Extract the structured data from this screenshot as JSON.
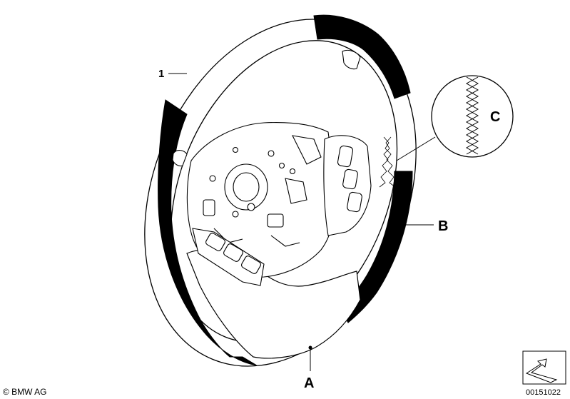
{
  "callouts": {
    "part_1": "1",
    "label_a": "A",
    "label_b": "B",
    "label_c": "C"
  },
  "footer": {
    "copyright": "© BMW AG",
    "doc_number": "00151022"
  },
  "icons": {
    "orientation": "orientation-arrow-icon",
    "stitching_detail": "stitching-detail-icon"
  },
  "colors": {
    "line": "#000000",
    "fill_dark": "#000000",
    "fill_light": "#ffffff"
  }
}
